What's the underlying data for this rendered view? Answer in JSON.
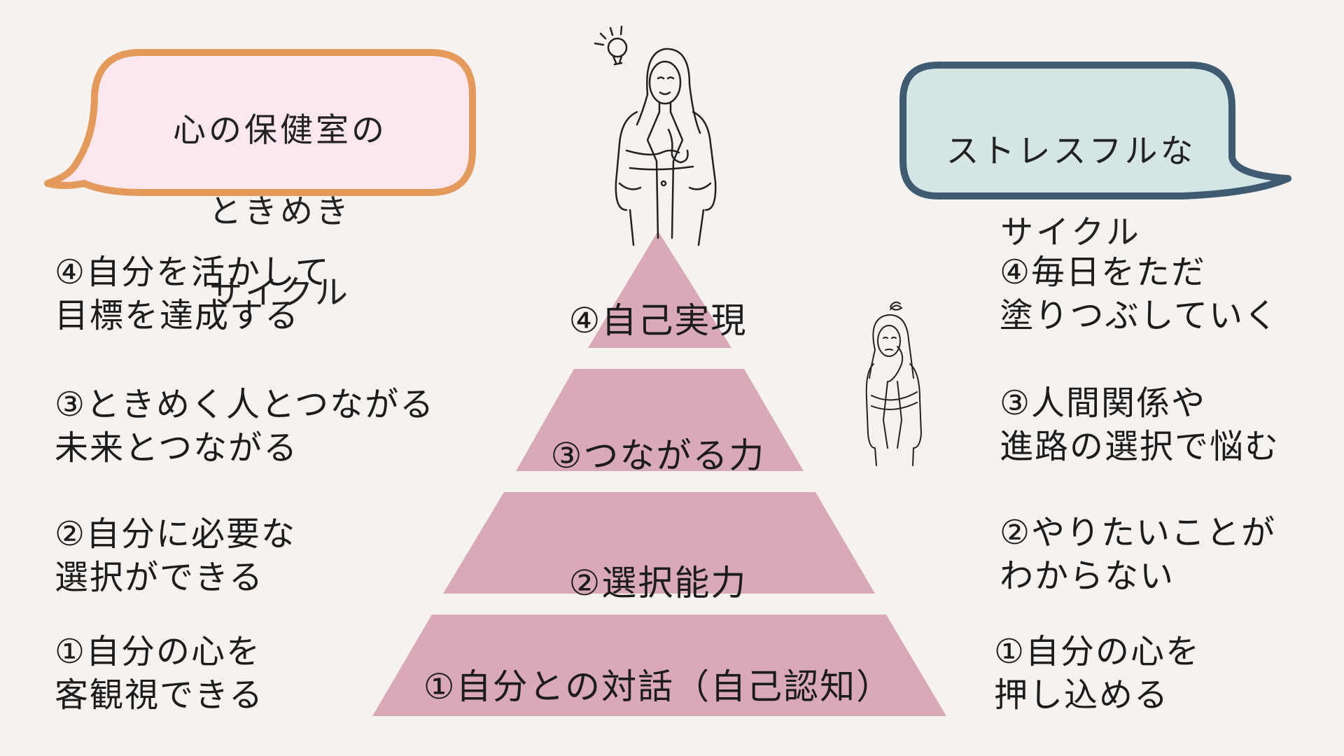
{
  "colors": {
    "background": "#f5f2ef",
    "pyramid": "#d9a9b8",
    "bubble_left_border": "#e39a5a",
    "bubble_left_fill": "#fde7ee",
    "bubble_right_border": "#3f5b72",
    "bubble_right_fill": "#d5e5e4"
  },
  "bubble_left": {
    "lines": [
      "心の保健室の",
      "ときめき",
      "サイクル"
    ]
  },
  "bubble_right": {
    "lines": [
      "ストレスフルな",
      "サイクル"
    ]
  },
  "left_items": [
    {
      "line1": "④自分を活かして",
      "line2": "目標を達成する"
    },
    {
      "line1": "③ときめく人とつながる",
      "line2": "未来とつながる"
    },
    {
      "line1": "②自分に必要な",
      "line2": "選択ができる"
    },
    {
      "line1": "①自分の心を",
      "line2": "客観視できる"
    }
  ],
  "right_items": [
    {
      "line1": "④毎日をただ",
      "line2": "塗りつぶしていく"
    },
    {
      "line1": "③人間関係や",
      "line2": "進路の選択で悩む"
    },
    {
      "line1": "②やりたいことが",
      "line2": "わからない"
    },
    {
      "line1": "①自分の心を",
      "line2": "押し込める"
    }
  ],
  "pyramid": [
    "④自己実現",
    "③つながる力",
    "②選択能力",
    "①自分との対話（自己認知）"
  ],
  "icons": {
    "top_figure": "confident-woman-icon",
    "lightbulb": "lightbulb-icon",
    "right_figure": "worried-woman-icon"
  }
}
